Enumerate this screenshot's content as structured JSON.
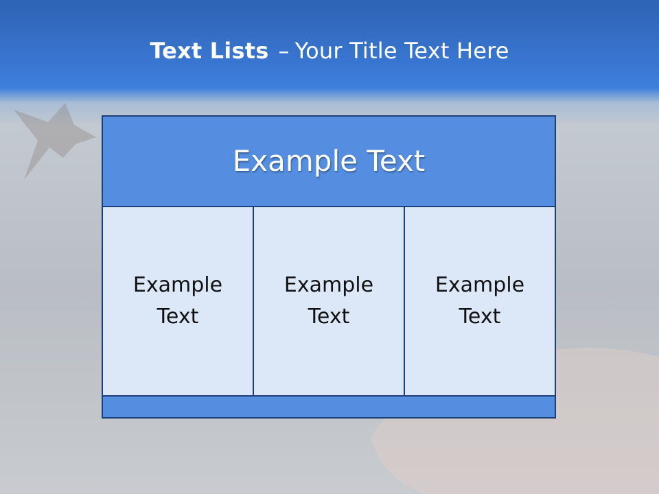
{
  "slide": {
    "title_bold": "Text Lists",
    "title_separator": "–",
    "title_rest": "Your Title Text Here"
  },
  "diagram": {
    "header": "Example Text",
    "columns": [
      "Example Text",
      "Example Text",
      "Example Text"
    ]
  },
  "colors": {
    "header_fill": "#558ee0",
    "column_fill": "#dce8f8",
    "border": "#1c3f78",
    "title_band": "#3a78d4"
  }
}
